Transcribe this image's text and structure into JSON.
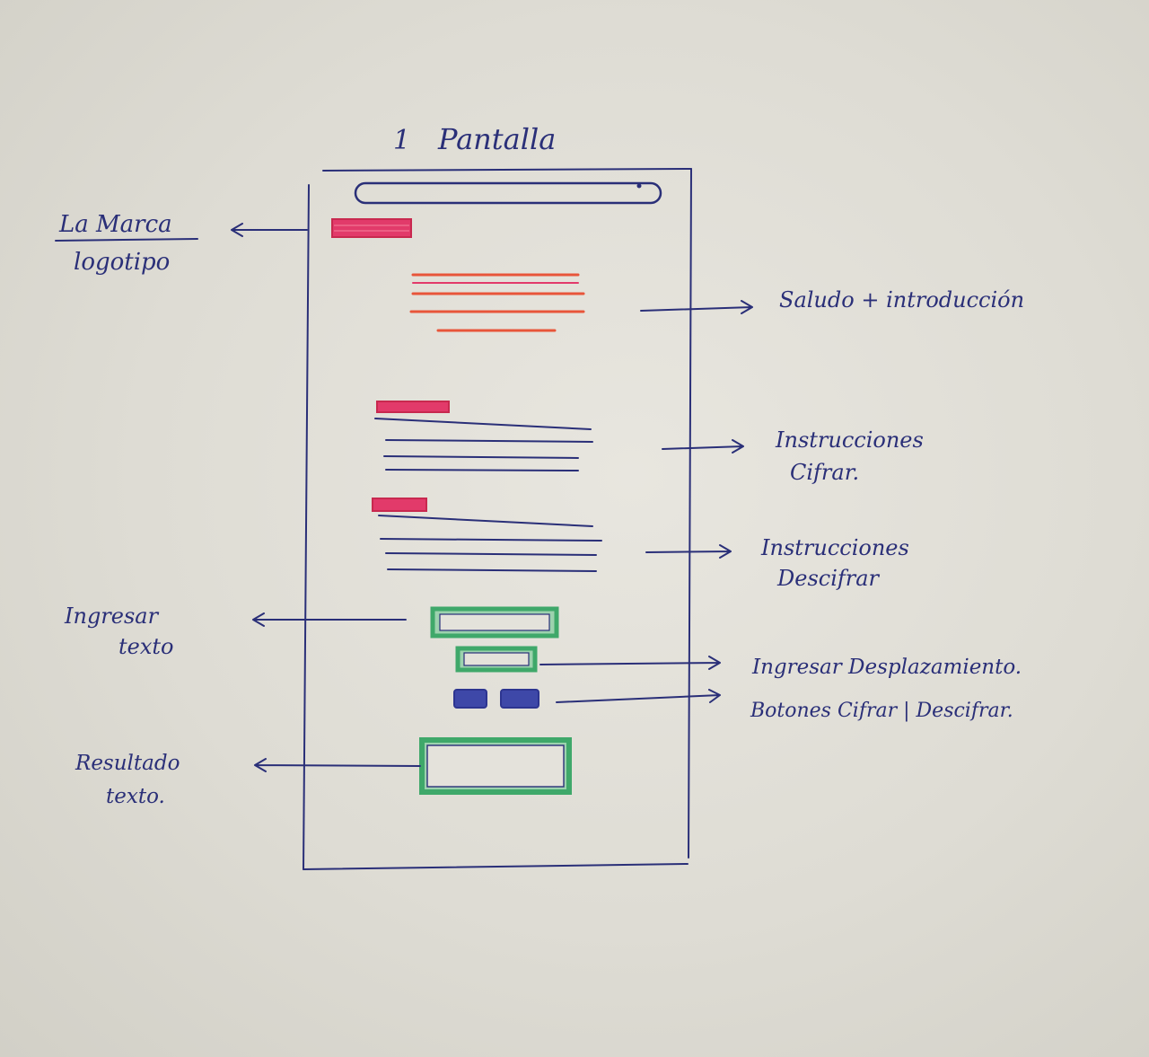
{
  "title": {
    "number": "1",
    "text": "Pantalla"
  },
  "annotations": {
    "brand": {
      "line1": "La Marca",
      "line2": "logotipo"
    },
    "greeting": "Saludo + introducción",
    "encrypt_instructions": {
      "line1": "Instrucciones",
      "line2": "Cifrar."
    },
    "decrypt_instructions": {
      "line1": "Instrucciones",
      "line2": "Descifrar"
    },
    "input_text": {
      "line1": "Ingresar",
      "line2": "texto"
    },
    "input_shift": "Ingresar Desplazamiento.",
    "buttons": "Botones Cifrar | Descifrar.",
    "result_text": {
      "line1": "Resultado",
      "line2": "texto."
    }
  },
  "colors": {
    "ink": "#2a2f78",
    "marker_pink": "#e23a6a",
    "marker_orange": "#e8553a",
    "marker_green": "#3fa86a",
    "marker_blue": "#3e48a8",
    "paper": "#e4e2db"
  }
}
